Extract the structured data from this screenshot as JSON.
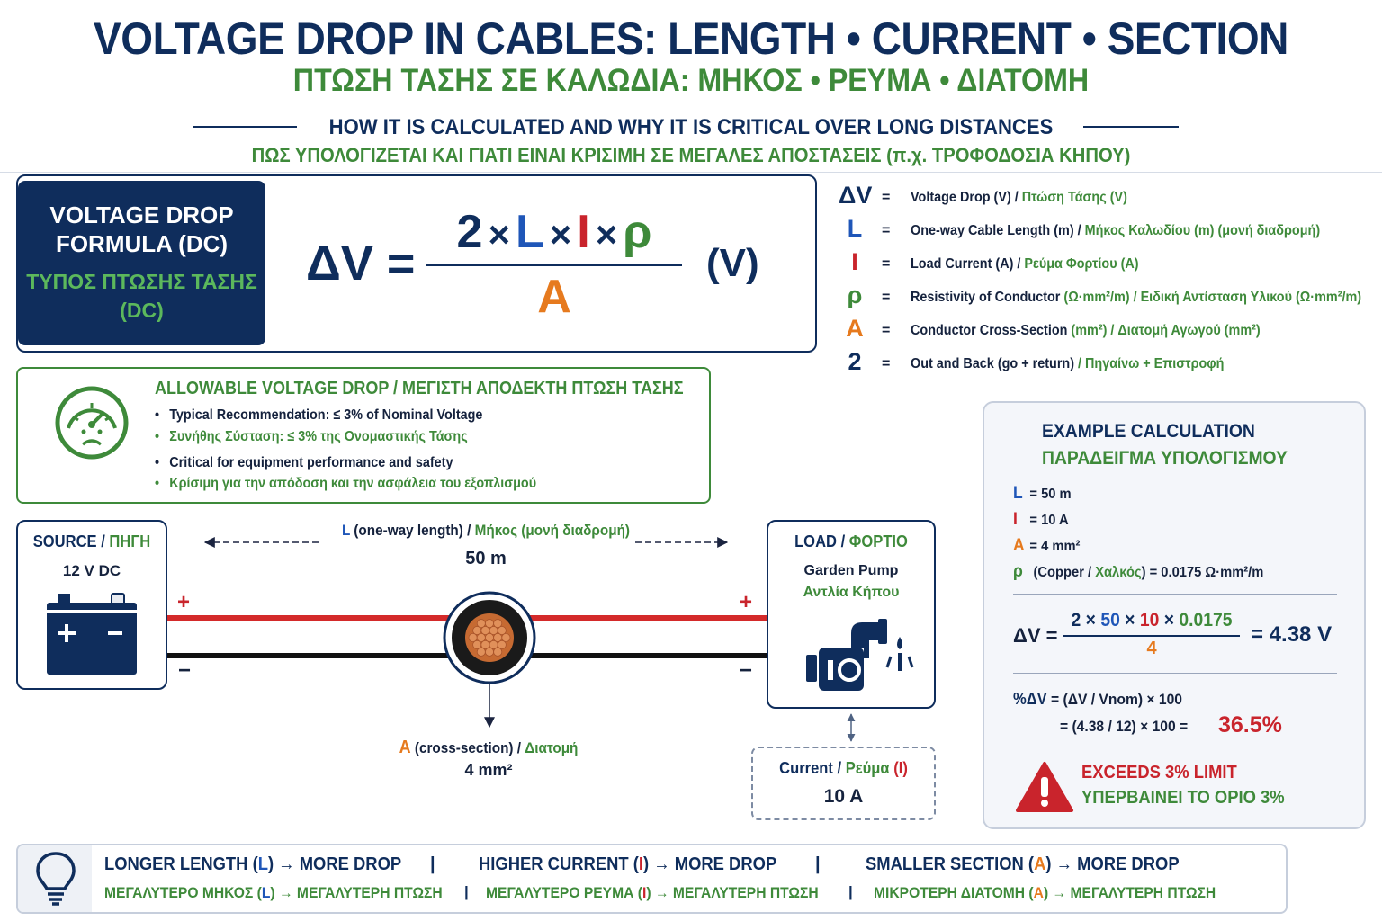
{
  "header": {
    "title_en": "VOLTAGE DROP IN CABLES: LENGTH • CURRENT • SECTION",
    "title_gr": "ΠΤΩΣΗ ΤΑΣΗΣ ΣΕ ΚΑΛΩΔΙΑ: ΜΗΚΟΣ • ΡΕΥΜΑ • ΔΙΑΤΟΜΗ",
    "subtitle_en": "HOW IT IS CALCULATED AND WHY IT IS CRITICAL OVER LONG DISTANCES",
    "subtitle_gr": "ΠΩΣ ΥΠΟΛΟΓΙΖΕΤΑΙ ΚΑΙ ΓΙΑΤΙ ΕΙΝΑΙ ΚΡΙΣΙΜΗ ΣΕ ΜΕΓΑΛΕΣ ΑΠΟΣΤΑΣΕΙΣ (π.χ. ΤΡΟΦΟΔΟΣΙΑ ΚΗΠΟΥ)"
  },
  "formula": {
    "label_en_1": "VOLTAGE DROP",
    "label_en_2": "FORMULA (DC)",
    "label_gr_1": "ΤΥΠΟΣ ΠΤΩΣΗΣ ΤΑΣΗΣ",
    "label_gr_2": "(DC)",
    "lhs": "ΔV =",
    "num_2": "2",
    "num_L": "L",
    "num_I": "I",
    "num_rho": "ρ",
    "times": "×",
    "den": "A",
    "unit": "(V)"
  },
  "legend": [
    {
      "sym": "ΔV",
      "eq": "=",
      "en": "Voltage Drop (V) / ",
      "gr": "Πτώση Τάσης (V)",
      "color": "#0f2d5c"
    },
    {
      "sym": "L",
      "eq": "=",
      "en": "One-way Cable Length (m) / ",
      "gr": "Μήκος Καλωδίου (m) (μονή διαδρομή)",
      "color": "#1f56b8"
    },
    {
      "sym": "I",
      "eq": "=",
      "en": "Load Current (A) / ",
      "gr": "Ρεύμα Φορτίου (A)",
      "color": "#c9242c"
    },
    {
      "sym": "ρ",
      "eq": "=",
      "en": "Resistivity of Conductor ",
      "gr": "(Ω·mm²/m) / Ειδική Αντίσταση Υλικού (Ω·mm²/m)",
      "color": "#3e8a3a"
    },
    {
      "sym": "A",
      "eq": "=",
      "en": "Conductor Cross-Section ",
      "gr": "(mm²) / Διατομή Αγωγού (mm²)",
      "color": "#e67a1e"
    },
    {
      "sym": "2",
      "eq": "=",
      "en": "Out and Back (go + return) ",
      "gr": "/ Πηγαίνω + Επιστροφή",
      "color": "#0f2d5c"
    }
  ],
  "allowable": {
    "title": "ALLOWABLE VOLTAGE DROP / ΜΕΓΙΣΤΗ ΑΠΟΔΕΚΤΗ ΠΤΩΣΗ ΤΑΣΗΣ",
    "items": [
      {
        "text": "Typical Recommendation:  ≤ 3% of Nominal Voltage",
        "lang": "en"
      },
      {
        "text": "Συνήθης Σύσταση:  ≤ 3% της Ονομαστικής Τάσης",
        "lang": "gr"
      },
      {
        "text": "Critical for equipment performance and safety",
        "lang": "en"
      },
      {
        "text": "Κρίσιμη για την απόδοση και την ασφάλεια του εξοπλισμού",
        "lang": "gr"
      }
    ],
    "bullet": "•"
  },
  "diagram": {
    "source_en": "SOURCE",
    "source_gr": "ΠΗΓΗ",
    "slash": " / ",
    "source_voltage": "12 V DC",
    "load_en": "LOAD",
    "load_gr": "ΦΟΡΤΙΟ",
    "load_name": "Garden Pump",
    "load_name_gr": "Αντλία Κήπου",
    "length_sym": "L",
    "length_en": " (one-way length) / ",
    "length_gr": "Μήκος (μονή διαδρομή)",
    "length_value": "50 m",
    "cs_sym": "A",
    "cs_en": " (cross-section) / ",
    "cs_gr": "Διατομή",
    "cs_value": "4 mm²",
    "plus": "+",
    "minus": "−",
    "current_en": "Current",
    "current_gr": "Ρεύμα",
    "current_sym": "(I)",
    "current_value": "10 A"
  },
  "example": {
    "title_en": "EXAMPLE CALCULATION",
    "title_gr": "ΠΑΡΑΔΕΙΓΜΑ ΥΠΟΛΟΓΙΣΜΟΥ",
    "vars": [
      {
        "sym": "L",
        "text": "= 50 m",
        "color": "#1f56b8"
      },
      {
        "sym": "I",
        "text": "= 10 A",
        "color": "#c9242c"
      },
      {
        "sym": "A",
        "text": "= 4 mm²",
        "color": "#e67a1e"
      }
    ],
    "rho_sym": "ρ",
    "rho_pre": "(Copper / ",
    "rho_gr": "Χαλκός",
    "rho_post": ") = 0.0175 Ω·mm²/m",
    "dv_lhs": "ΔV =",
    "calc_2": "2",
    "calc_50": "50",
    "calc_10": "10",
    "calc_rho": "0.0175",
    "calc_den": "4",
    "calc_result": "=  4.38 V",
    "pct_line1_sym": "%ΔV",
    "pct_line1": " = (ΔV / Vnom) × 100",
    "pct_line2": "= (4.38 / 12) × 100 =",
    "pct_result": "36.5%",
    "warn_en": "EXCEEDS 3% LIMIT",
    "warn_gr": "ΥΠΕΡΒΑΙΝΕΙ ΤΟ ΟΡΙΟ 3%"
  },
  "bottom": {
    "items": [
      {
        "en_pre": "LONGER LENGTH (",
        "sym": "L",
        "en_post": ")  →  MORE DROP",
        "gr_pre": "ΜΕΓΑΛΥΤΕΡΟ ΜΗΚΟΣ (",
        "gr_post": ")  →  ΜΕΓΑΛΥΤΕΡΗ ΠΤΩΣΗ",
        "color": "#1f56b8"
      },
      {
        "en_pre": "HIGHER CURRENT (",
        "sym": "I",
        "en_post": ")  →  MORE DROP",
        "gr_pre": "ΜΕΓΑΛΥΤΕΡΟ ΡΕΥΜΑ (",
        "gr_post": ")  →  ΜΕΓΑΛΥΤΕΡΗ ΠΤΩΣΗ",
        "color": "#c9242c"
      },
      {
        "en_pre": "SMALLER SECTION (",
        "sym": "A",
        "en_post": ")  →  MORE DROP",
        "gr_pre": "ΜΙΚΡΟΤΕΡΗ ΔΙΑΤΟΜΗ (",
        "gr_post": ")  →  ΜΕΓΑΛΥΤΕΡΗ ΠΤΩΣΗ",
        "color": "#e67a1e"
      }
    ],
    "separator": "|"
  },
  "colors": {
    "navy": "#0f2d5c",
    "green": "#3e8a3a",
    "blue": "#1f56b8",
    "red": "#c9242c",
    "orange": "#e67a1e",
    "wire_positive": "#d42a2a",
    "wire_negative": "#111111",
    "copper": "#e0905a"
  },
  "icons": {
    "allowable": "gauge-sad-face-icon",
    "source": "battery-icon",
    "load": "water-pump-icon",
    "cable": "cable-cross-section-icon",
    "warning": "warning-triangle-icon",
    "tip": "lightbulb-icon"
  }
}
